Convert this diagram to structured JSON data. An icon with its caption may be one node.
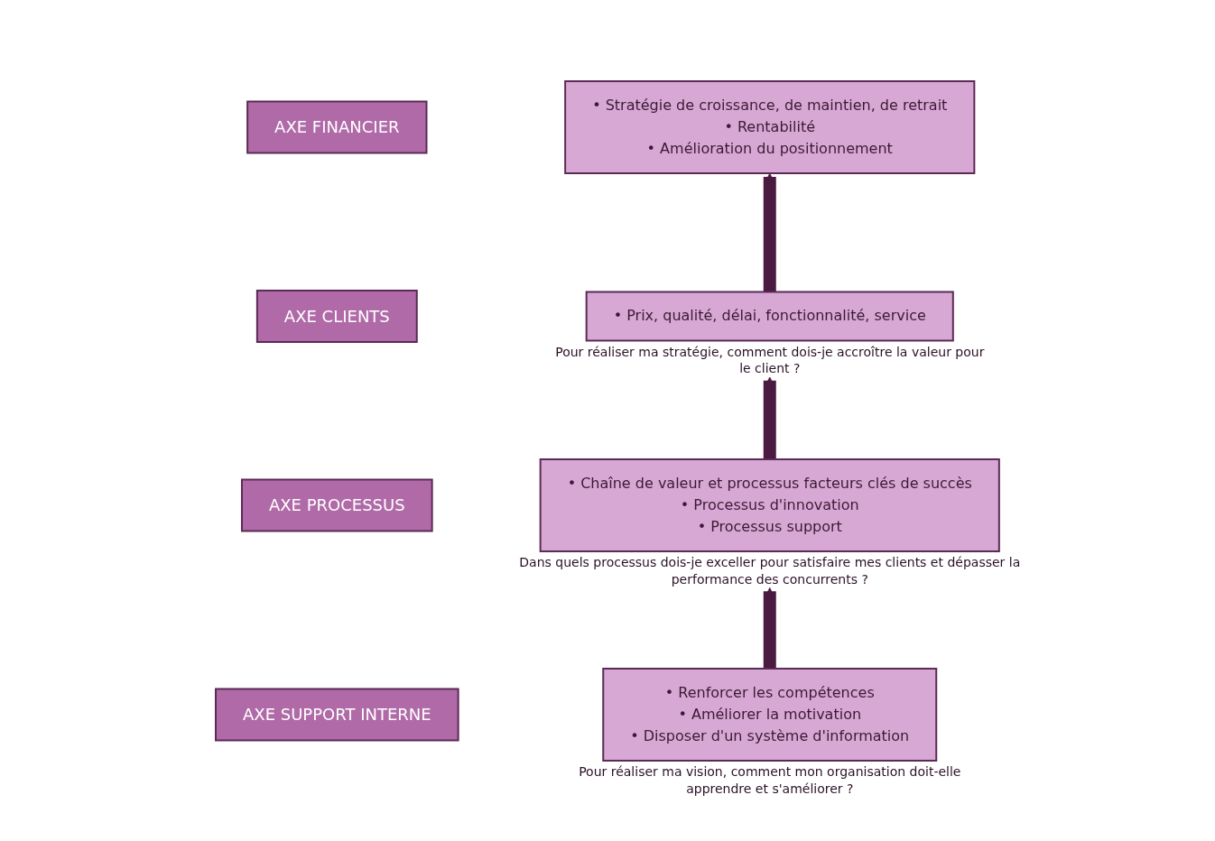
{
  "diagram": {
    "nodes": [
      {
        "text": [
          "AXE FINANCIER"
        ]
      },
      {
        "text": [
          "• Stratégie de croissance, de maintien, de retrait",
          "• Rentabilité",
          "• Amélioration du positionnement"
        ]
      },
      {
        "text": [
          "AXE CLIENTS"
        ]
      },
      {
        "text": [
          "• Prix, qualité, délai, fonctionnalité, service"
        ],
        "beside": [
          "Pour réaliser ma stratégie, comment dois-je accroître la valeur pour le client ?"
        ]
      },
      {
        "text": [
          "AXE PROCESSUS"
        ]
      },
      {
        "text": [
          "• Chaîne de valeur et processus facteurs clés de succès",
          "• Processus d'innovation",
          "• Processus support"
        ],
        "beside": [
          "Dans quels processus dois-je exceller pour satisfaire mes clients et dépasser la performance des concurrents ?"
        ]
      },
      {
        "text": [
          "AXE SUPPORT INTERNE"
        ]
      },
      {
        "text": [
          "• Renforcer les compétences",
          "• Améliorer la motivation",
          "• Disposer d'un système d'information"
        ],
        "beside": [
          "Pour réaliser ma vision, comment mon organisation doit-elle apprendre et s'améliorer ?"
        ]
      }
    ],
    "edges": [
      {
        "from": 3,
        "to": 1,
        "arrow": "to"
      },
      {
        "from": 5,
        "to": 3,
        "arrow": "to"
      },
      {
        "from": 7,
        "to": 5,
        "arrow": "to"
      }
    ]
  }
}
